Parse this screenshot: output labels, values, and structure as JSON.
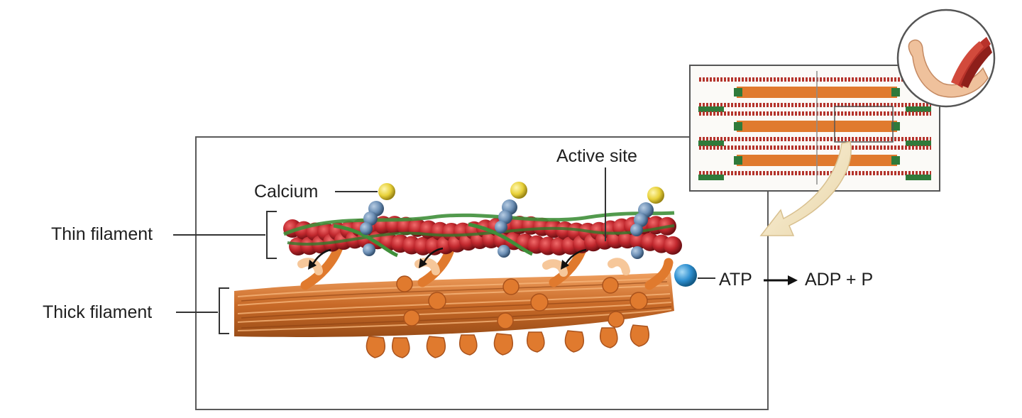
{
  "labels": {
    "thin_filament": "Thin filament",
    "thick_filament": "Thick filament",
    "calcium": "Calcium",
    "active_site": "Active site",
    "atp": "ATP",
    "adp_p": "ADP + P"
  },
  "colors": {
    "actin": "#c0272d",
    "actin_dark": "#7e1418",
    "tropomyosin": "#3f8f3a",
    "troponin": "#6c8fb5",
    "calcium": "#e8d13a",
    "myosin": "#e07a2e",
    "myosin_light": "#f4a35c",
    "atp": "#2e8fd0",
    "inset_arrow": "#f3e6c8"
  }
}
